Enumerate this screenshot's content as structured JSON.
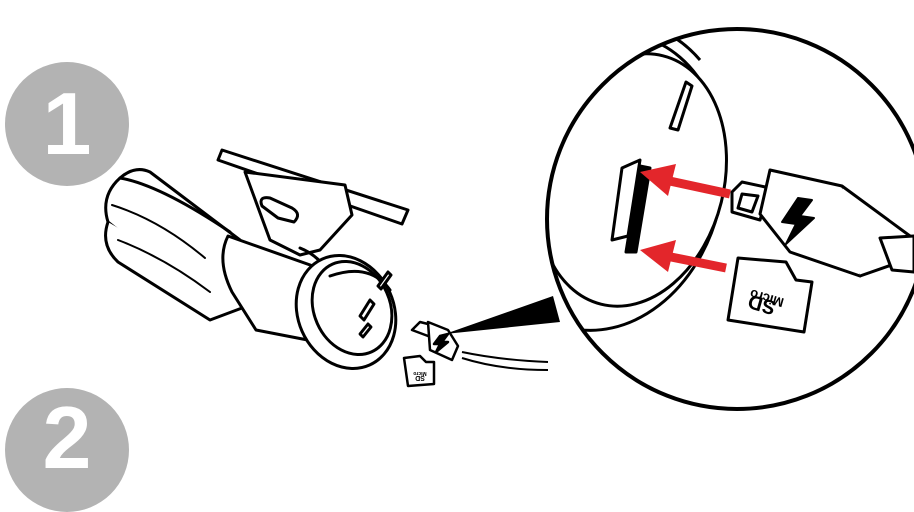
{
  "steps": [
    {
      "number": "1"
    },
    {
      "number": "2"
    }
  ],
  "small_card": {
    "brand": "Micro",
    "type": "SD"
  },
  "zoom_card": {
    "brand": "Micro",
    "type": "SD"
  },
  "colors": {
    "badge": "#b3b3b3",
    "arrow": "#e3262b",
    "outline": "#000000",
    "background": "#ffffff"
  },
  "icons": [
    "lightning-icon",
    "insert-arrow-icon"
  ]
}
